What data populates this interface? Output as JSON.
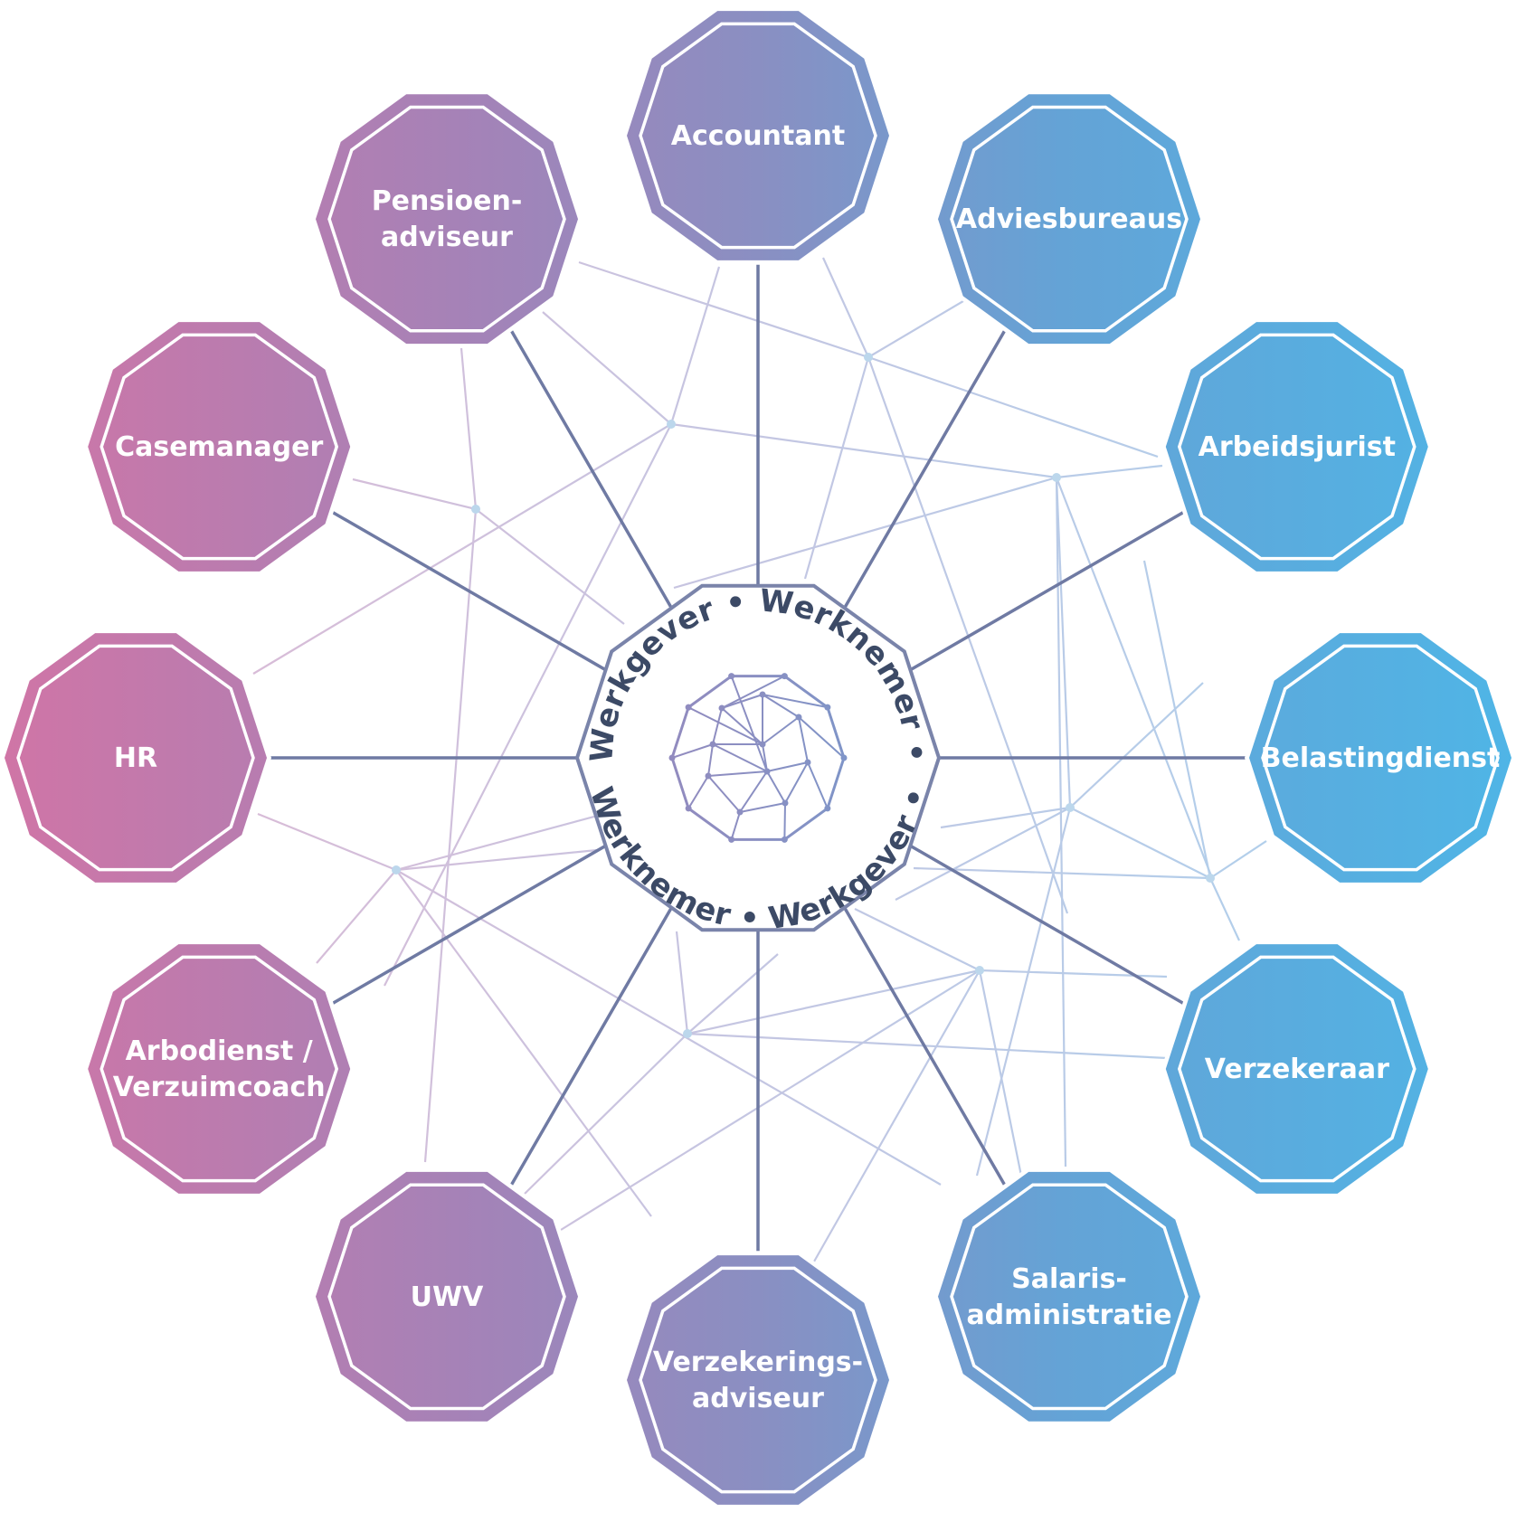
{
  "center": {
    "ring_text_top": "Werkgever • Werknemer •",
    "ring_text_bottom": "Werknemer • Werkgever •"
  },
  "nodes": [
    {
      "id": "accountant",
      "lines": [
        "Accountant"
      ]
    },
    {
      "id": "adviesbureaus",
      "lines": [
        "Adviesbureaus"
      ]
    },
    {
      "id": "arbeidsjurist",
      "lines": [
        "Arbeidsjurist"
      ]
    },
    {
      "id": "belastingdienst",
      "lines": [
        "Belastingdienst"
      ]
    },
    {
      "id": "verzekeraar",
      "lines": [
        "Verzekeraar"
      ]
    },
    {
      "id": "salarisadministratie",
      "lines": [
        "Salaris-",
        "administratie"
      ]
    },
    {
      "id": "verzekeringsadviseur",
      "lines": [
        "Verzekerings-",
        "adviseur"
      ]
    },
    {
      "id": "uwv",
      "lines": [
        "UWV"
      ]
    },
    {
      "id": "arbodienst",
      "lines": [
        "Arbodienst /",
        "Verzuimcoach"
      ]
    },
    {
      "id": "hr",
      "lines": [
        "HR"
      ]
    },
    {
      "id": "casemanager",
      "lines": [
        "Casemanager"
      ]
    },
    {
      "id": "pensioenadviseur",
      "lines": [
        "Pensioen-",
        "adviseur"
      ]
    }
  ],
  "colors": {
    "pink": "#d075a6",
    "purple": "#a383b8",
    "indigo": "#8a8fc2",
    "blue": "#54b1e4",
    "spoke": "#6f7aa3",
    "center_outline": "#7a84aa",
    "center_text": "#3c4a66"
  }
}
